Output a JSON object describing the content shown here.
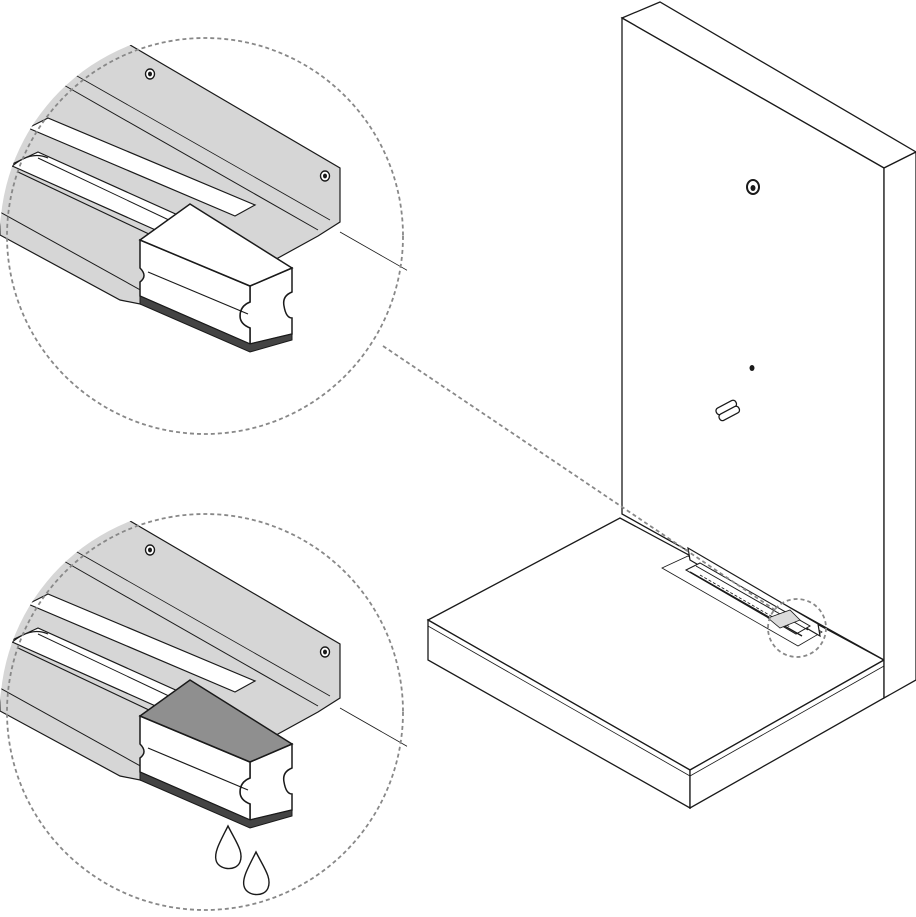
{
  "figure": {
    "kind": "assembly-instruction-illustration",
    "background": "#ffffff",
    "line_color": "#1a1a1a",
    "metal_fill": "#d6d6d6",
    "sponge_wet_fill": "#8f8f8f",
    "callout_stroke": "#888888"
  },
  "scene": {
    "main_view": "shower-wall-and-floor-panel-with-linear-drain",
    "detail_top": "drain-channel-cleaned-with-dry-sponge",
    "detail_bottom": "drain-channel-cleaned-with-wet-sponge",
    "drop_count": 2
  }
}
